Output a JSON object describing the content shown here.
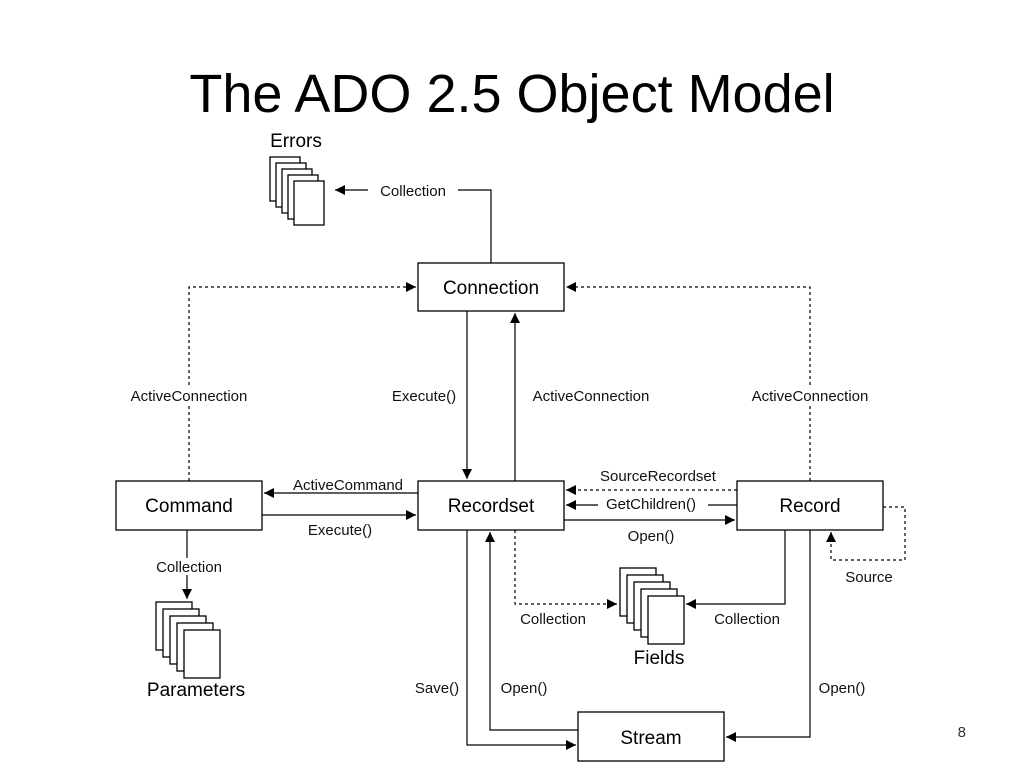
{
  "slide": {
    "title": "The ADO 2.5 Object Model",
    "page_number": "8"
  },
  "objects": {
    "connection": "Connection",
    "command": "Command",
    "recordset": "Recordset",
    "record": "Record",
    "stream": "Stream"
  },
  "collections": {
    "errors": "Errors",
    "parameters": "Parameters",
    "fields": "Fields"
  },
  "edges": {
    "errors_collection": "Collection",
    "command_active_connection": "ActiveConnection",
    "recordset_execute": "Execute()",
    "recordset_active_connection": "ActiveConnection",
    "record_active_connection": "ActiveConnection",
    "active_command": "ActiveCommand",
    "command_execute": "Execute()",
    "source_recordset": "SourceRecordset",
    "get_children": "GetChildren()",
    "record_open": "Open()",
    "record_source": "Source",
    "parameters_collection": "Collection",
    "recordset_fields_collection": "Collection",
    "record_fields_collection": "Collection",
    "recordset_save": "Save()",
    "stream_open_recordset": "Open()",
    "record_open_stream": "Open()"
  }
}
